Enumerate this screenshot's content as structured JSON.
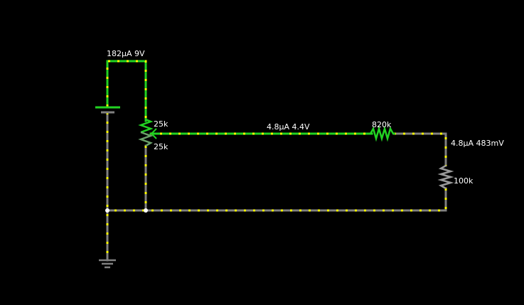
{
  "labels": {
    "battery_top": "182µA 9V",
    "pot_upper": "25k",
    "pot_lower": "25k",
    "wire_mid": "4.8µA 4.4V",
    "resistor_top": "820k",
    "right_wire": "4.8µA 483mV",
    "resistor_right": "100k"
  },
  "colors": {
    "background": "#000000",
    "active_wire": "#22d322",
    "neutral_wire": "#808080",
    "current_dots": "#ffff00",
    "node": "#ffffff"
  },
  "components": [
    "battery",
    "potentiometer",
    "resistor-820k",
    "resistor-100k",
    "ground"
  ]
}
